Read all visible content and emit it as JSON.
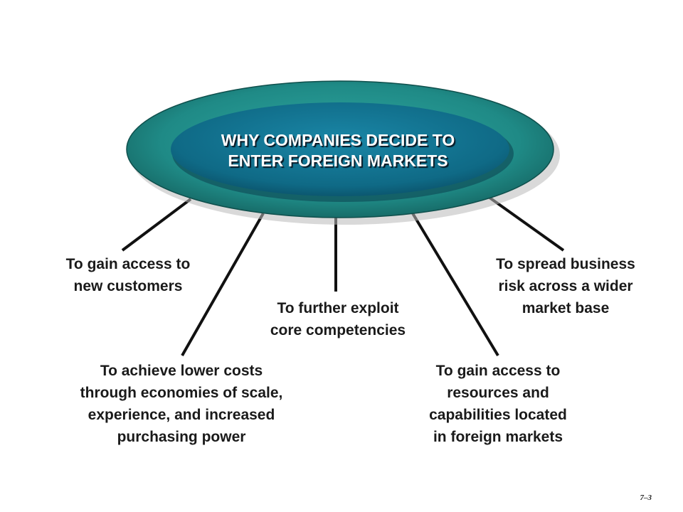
{
  "hub": {
    "title_lines": [
      "WHY COMPANIES DECIDE TO",
      "ENTER FOREIGN MARKETS"
    ],
    "outer_color": "#1f8a86",
    "inner_color": "#0f6a86"
  },
  "reasons": [
    {
      "lines": [
        "To gain access to",
        "new customers"
      ]
    },
    {
      "lines": [
        "To achieve lower costs",
        "through economies of scale,",
        "experience, and increased",
        "purchasing power"
      ]
    },
    {
      "lines": [
        "To further exploit",
        "core competencies"
      ]
    },
    {
      "lines": [
        "To gain access to",
        "resources and",
        "capabilities located",
        "in foreign markets"
      ]
    },
    {
      "lines": [
        "To spread business",
        "risk across a wider",
        "market base"
      ]
    }
  ],
  "slide_number": "7–3"
}
